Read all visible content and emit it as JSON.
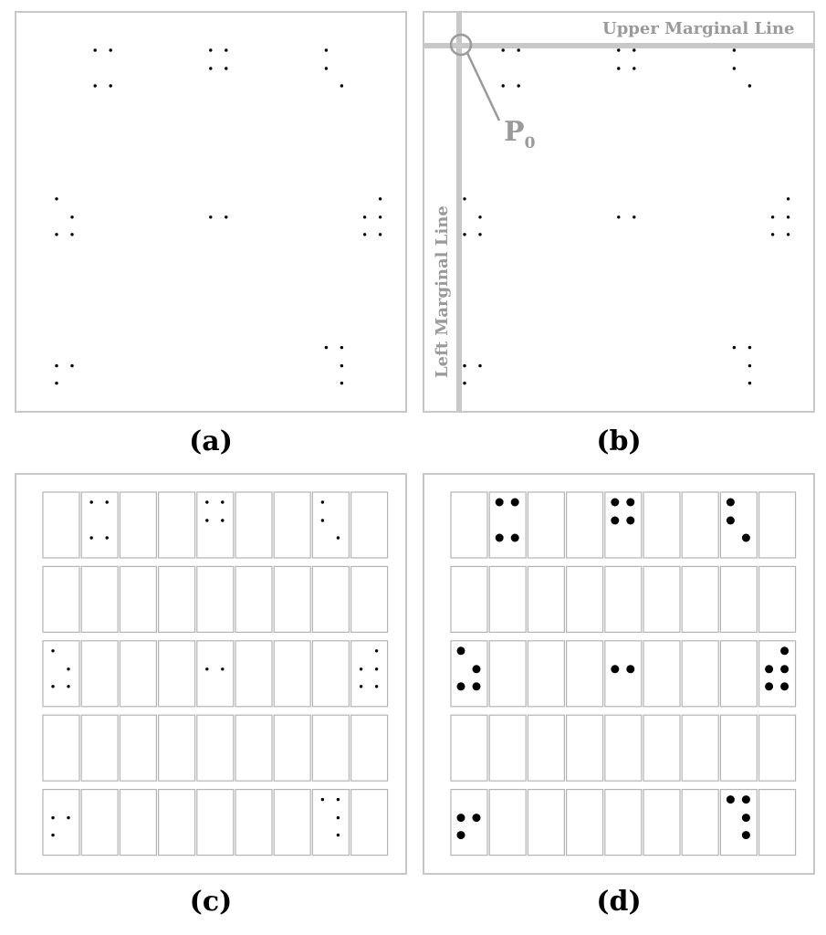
{
  "captions": {
    "a": "(a)",
    "b": "(b)",
    "c": "(c)",
    "d": "(d)"
  },
  "labels": {
    "upper_marginal_line": "Upper Marginal Line",
    "left_marginal_line": "Left Marginal Line",
    "p0_main": "P",
    "p0_sub": "0"
  },
  "colors": {
    "border": "#c8c8c8",
    "marginal_line": "#c8c8c8",
    "marginal_text": "#9a9a9a",
    "dot": "#000000",
    "cell_border": "#b4b4b4"
  },
  "braille": {
    "grid_rows": 5,
    "grid_cols": 9,
    "filled_cells": [
      {
        "row": 0,
        "col": 1,
        "dots": [
          1,
          4,
          3,
          6
        ]
      },
      {
        "row": 0,
        "col": 4,
        "dots": [
          1,
          4,
          2,
          5
        ]
      },
      {
        "row": 0,
        "col": 7,
        "dots": [
          1,
          2,
          6
        ]
      },
      {
        "row": 2,
        "col": 0,
        "dots": [
          1,
          5,
          3,
          6
        ]
      },
      {
        "row": 2,
        "col": 4,
        "dots": [
          2,
          5
        ]
      },
      {
        "row": 2,
        "col": 8,
        "dots": [
          4,
          2,
          5,
          3,
          6
        ]
      },
      {
        "row": 4,
        "col": 0,
        "dots": [
          5,
          2,
          3
        ]
      },
      {
        "row": 4,
        "col": 7,
        "dots": [
          1,
          4,
          5,
          6
        ]
      }
    ]
  }
}
